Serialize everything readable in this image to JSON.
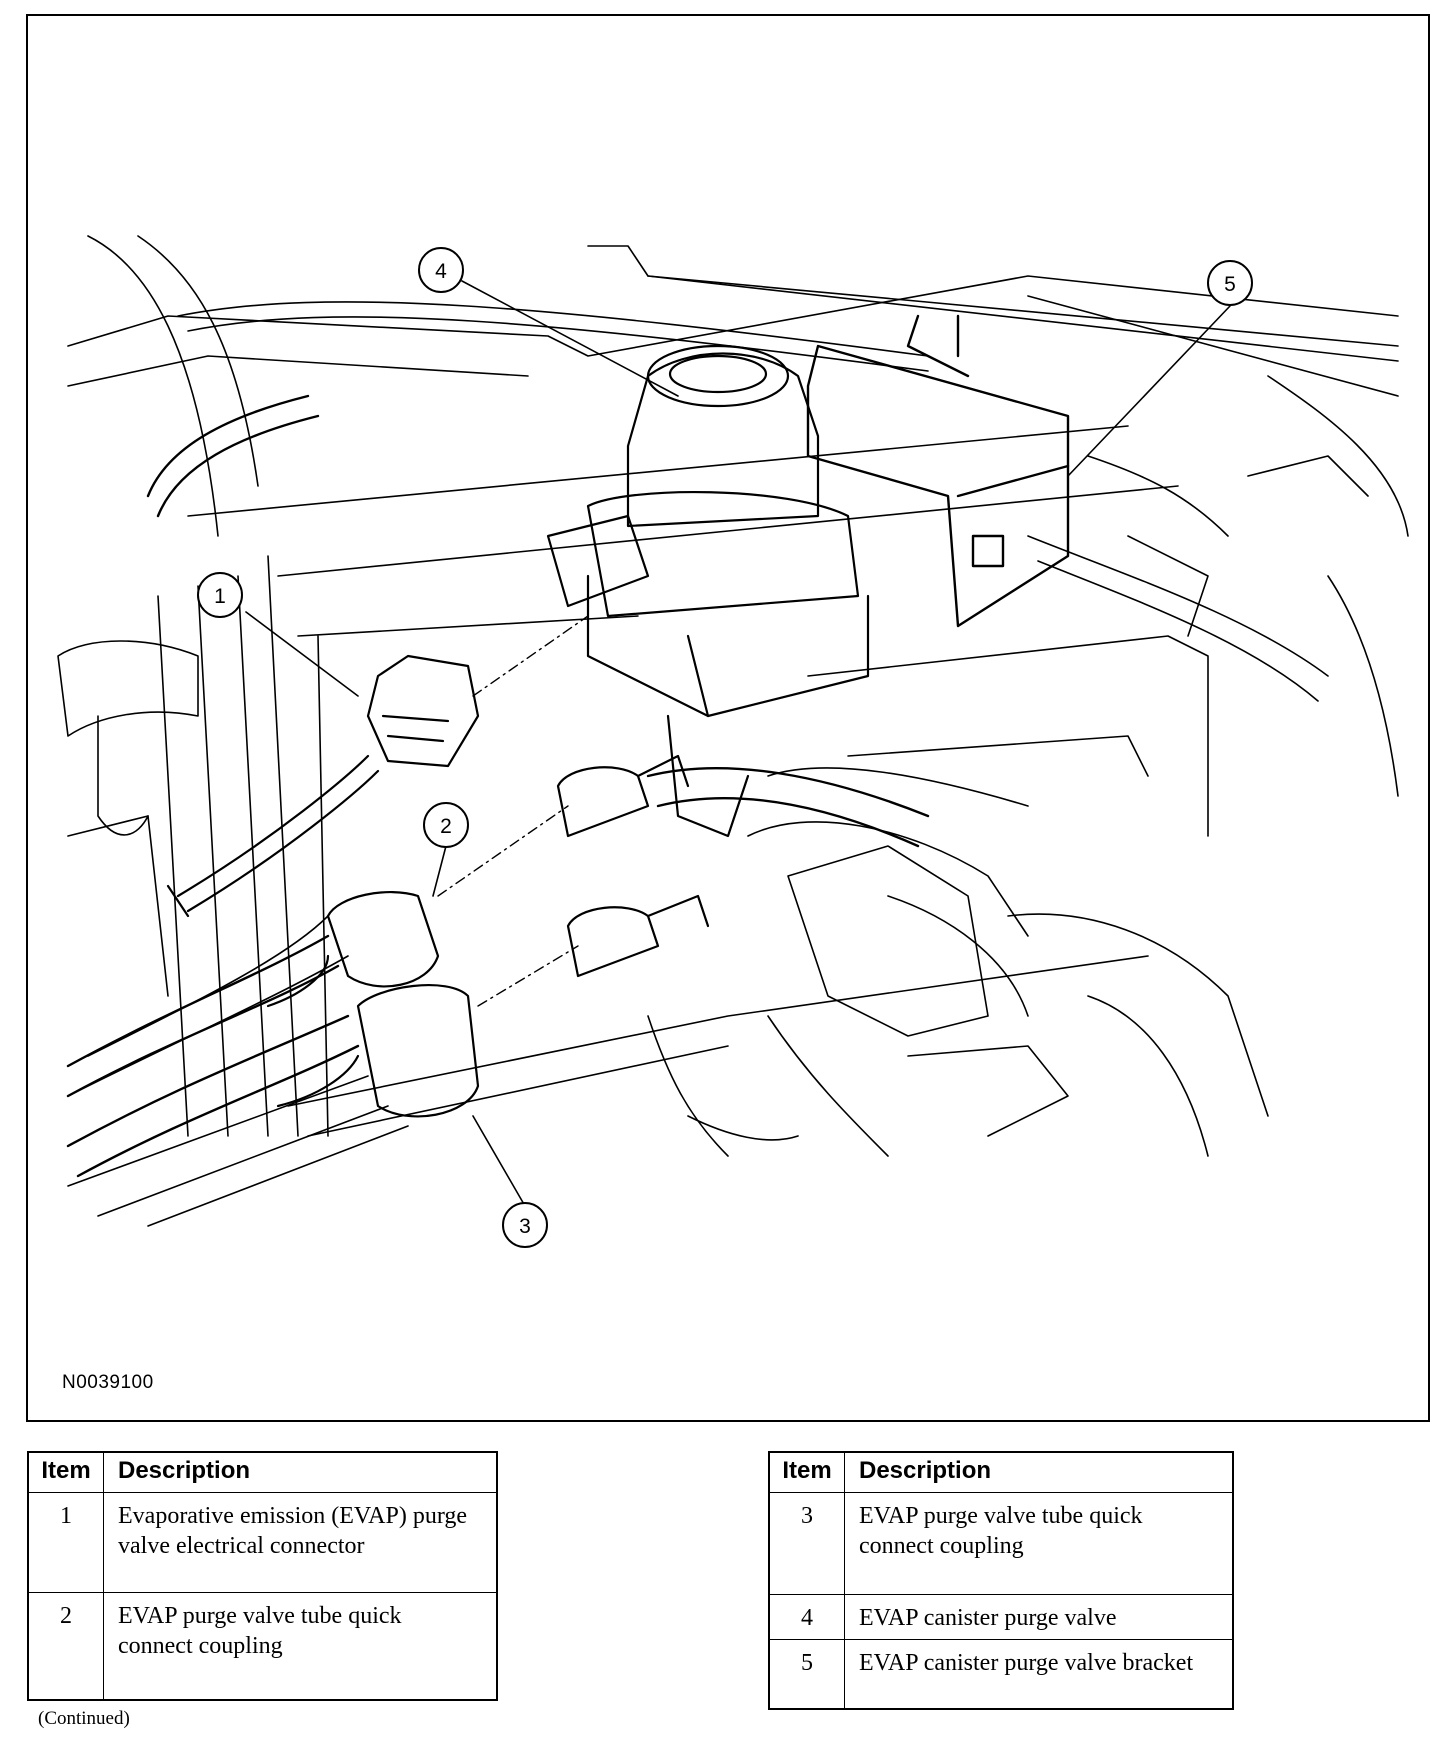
{
  "figure": {
    "figure_id": "N0039100",
    "callouts": [
      "1",
      "2",
      "3",
      "4",
      "5"
    ]
  },
  "tables": [
    {
      "headers": {
        "item": "Item",
        "description": "Description"
      },
      "rows": [
        {
          "item": "1",
          "description": "Evaporative emission (EVAP) purge valve electrical connector"
        },
        {
          "item": "2",
          "description": "EVAP purge valve tube quick connect coupling"
        }
      ]
    },
    {
      "headers": {
        "item": "Item",
        "description": "Description"
      },
      "rows": [
        {
          "item": "3",
          "description": "EVAP purge valve tube quick connect coupling"
        },
        {
          "item": "4",
          "description": "EVAP canister purge valve"
        },
        {
          "item": "5",
          "description": "EVAP canister purge valve bracket"
        }
      ]
    }
  ],
  "footer": {
    "continued": "(Continued)"
  }
}
